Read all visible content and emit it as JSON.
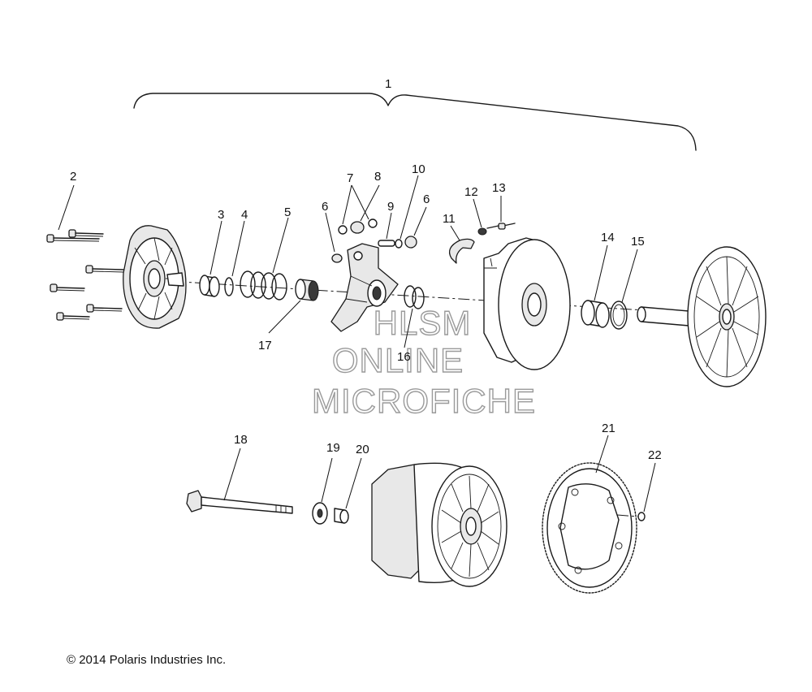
{
  "copyright": "© 2014 Polaris Industries Inc.",
  "watermark": {
    "line1": "HLSM",
    "line2": "ONLINE",
    "line3": "MICROFICHE"
  },
  "callouts": {
    "c1": "1",
    "c2": "2",
    "c3": "3",
    "c4": "4",
    "c5": "5",
    "c6a": "6",
    "c6b": "6",
    "c7": "7",
    "c8": "8",
    "c9": "9",
    "c10": "10",
    "c11": "11",
    "c12": "12",
    "c13": "13",
    "c14": "14",
    "c15": "15",
    "c16": "16",
    "c17": "17",
    "c18": "18",
    "c19": "19",
    "c20": "20",
    "c21": "21",
    "c22": "22"
  }
}
